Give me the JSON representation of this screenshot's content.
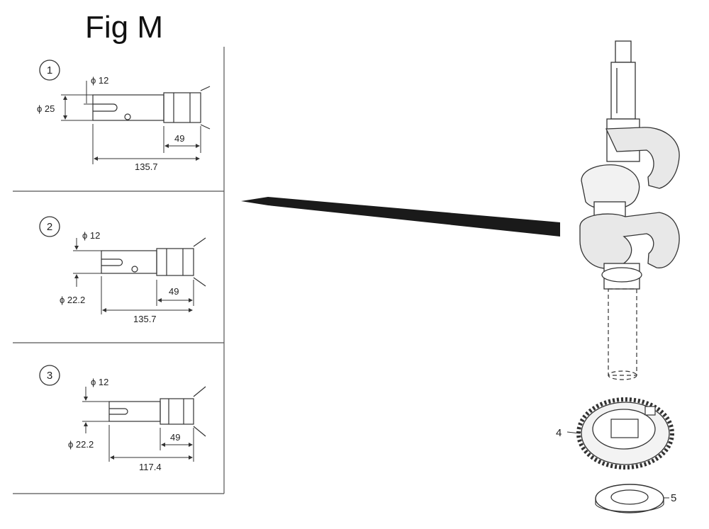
{
  "title": "Fig M",
  "variants": [
    {
      "index": "1",
      "bore": "ϕ 12",
      "shaft": "ϕ 25",
      "short_len": "49",
      "total_len": "135.7"
    },
    {
      "index": "2",
      "bore": "ϕ 12",
      "shaft": "ϕ 22.2",
      "short_len": "49",
      "total_len": "135.7"
    },
    {
      "index": "3",
      "bore": "ϕ 12",
      "shaft": "ϕ 22.2",
      "short_len": "49",
      "total_len": "117.4"
    }
  ],
  "parts": {
    "gear_callout": "4",
    "washer_callout": "5"
  }
}
